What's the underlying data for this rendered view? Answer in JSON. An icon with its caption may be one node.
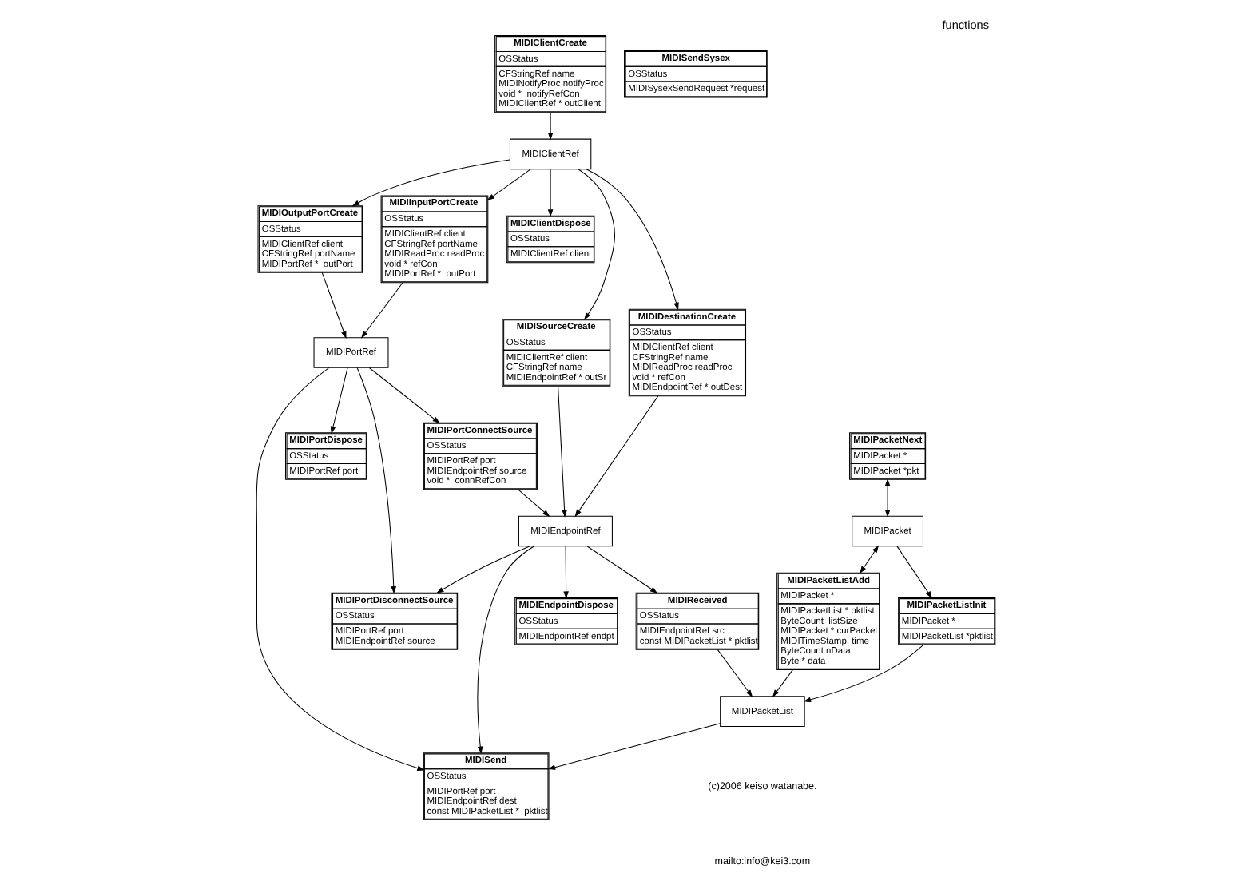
{
  "diagram": {
    "title": "functions",
    "nodes": [
      {
        "text": [
          "MIDIClientCreate",
          "OSStatus",
          "CFStringRef name",
          "MIDINotifyProc notifyProc",
          "void *  notifyRefCon",
          "MIDIClientRef * outClient"
        ]
      },
      {
        "text": [
          "MIDIInputPortCreate",
          "OSStatus",
          "MIDIClientRef client",
          "CFStringRef portName",
          "MIDIReadProc readProc",
          "void * refCon",
          "MIDIPortRef *  outPort"
        ]
      },
      {
        "text": [
          "MIDISendSysex",
          "OSStatus",
          "MIDISysexSendRequest *request"
        ]
      },
      {
        "text": [
          "MIDIPortRef"
        ]
      },
      {
        "text": [
          "MIDIPortDispose",
          "OSStatus",
          "MIDIPortRef port"
        ]
      },
      {
        "text": [
          "MIDIPortConnectSource",
          "OSStatus",
          "MIDIPortRef port",
          "MIDIEndpointRef source",
          "void *  connRefCon"
        ]
      },
      {
        "text": [
          "MIDIClientRef"
        ]
      },
      {
        "text": [
          "MIDIOutputPortCreate",
          "OSStatus",
          "MIDIClientRef client",
          "CFStringRef portName",
          "MIDIPortRef *  outPort"
        ]
      },
      {
        "text": [
          "MIDIPortDisconnectSource",
          "OSStatus",
          "MIDIPortRef port",
          "MIDIEndpointRef source"
        ]
      },
      {
        "text": [
          "MIDIPacketNext",
          "MIDIPacket *",
          "MIDIPacket *pkt"
        ]
      },
      {
        "text": [
          "MIDIPacketListInit",
          "MIDIPacket *",
          "MIDIPacketList *pktlist"
        ]
      },
      {
        "text": [
          "MIDIClientDispose",
          "OSStatus",
          "MIDIClientRef client"
        ]
      },
      {
        "text": [
          "MIDIEndpointRef"
        ]
      },
      {
        "text": [
          "MIDIPacket"
        ]
      },
      {
        "text": [
          "MIDISend",
          "OSStatus",
          "MIDIPortRef port",
          "MIDIEndpointRef dest",
          "const MIDIPacketList *  pktlist"
        ]
      },
      {
        "text": [
          "MIDISourceCreate",
          "OSStatus",
          "MIDIClientRef client",
          "CFStringRef name",
          "MIDIEndpointRef * outSr"
        ]
      },
      {
        "text": [
          "MIDIPacketListAdd",
          "MIDIPacket *",
          "MIDIPacketList * pktlist",
          "ByteCount  listSize",
          "MIDIPacket * curPacket",
          "MIDITimeStamp  time",
          "ByteCount nData",
          "Byte * data"
        ]
      },
      {
        "text": [
          "MIDIReceived",
          "OSStatus",
          "MIDIEndpointRef src",
          "const MIDIPacketList * pktlist"
        ]
      },
      {
        "text": [
          "MIDIDestinationCreate",
          "OSStatus",
          "MIDIClientRef client",
          "CFStringRef name",
          "MIDIReadProc readProc",
          "void * refCon",
          "MIDIEndpointRef * outDest"
        ]
      },
      {
        "text": [
          "MIDIEndpointDispose",
          "OSStatus",
          "MIDIEndpointRef endpt"
        ]
      },
      {
        "text": [
          "MIDIPacketList"
        ]
      }
    ],
    "edges": [
      {
        "from": 0,
        "to": 6,
        "arrow": "to"
      },
      {
        "from": 6,
        "to": 1,
        "arrow": "to"
      },
      {
        "from": 1,
        "to": 3,
        "arrow": "to"
      },
      {
        "from": 6,
        "to": 7,
        "arrow": "to"
      },
      {
        "from": 7,
        "to": 3,
        "arrow": "to"
      },
      {
        "from": 3,
        "to": 4,
        "arrow": "to"
      },
      {
        "from": 3,
        "to": 5,
        "arrow": "to"
      },
      {
        "from": 3,
        "to": 8,
        "arrow": "to"
      },
      {
        "from": 3,
        "to": 14,
        "arrow": "to"
      },
      {
        "from": 6,
        "to": 11,
        "arrow": "to"
      },
      {
        "from": 6,
        "to": 15,
        "arrow": "to"
      },
      {
        "from": 6,
        "to": 18,
        "arrow": "to"
      },
      {
        "from": 15,
        "to": 12,
        "arrow": "to"
      },
      {
        "from": 18,
        "to": 12,
        "arrow": "to"
      },
      {
        "from": 5,
        "to": 12,
        "arrow": "to"
      },
      {
        "from": 12,
        "to": 8,
        "arrow": "to"
      },
      {
        "from": 12,
        "to": 14,
        "arrow": "to"
      },
      {
        "from": 12,
        "to": 17,
        "arrow": "to"
      },
      {
        "from": 12,
        "to": 19,
        "arrow": "to"
      },
      {
        "from": 10,
        "to": 20,
        "arrow": "to"
      },
      {
        "from": 13,
        "to": 10,
        "arrow": "to"
      },
      {
        "from": 9,
        "to": 13,
        "arrow": "both"
      },
      {
        "from": 13,
        "to": 16,
        "arrow": "both"
      },
      {
        "from": 16,
        "to": 20,
        "arrow": "to"
      },
      {
        "from": 17,
        "to": 20,
        "arrow": "to"
      },
      {
        "from": 20,
        "to": 14,
        "arrow": "to"
      }
    ],
    "labels": [
      "(c)2006 keiso watanabe.",
      "mailto:info@kei3.com"
    ]
  }
}
